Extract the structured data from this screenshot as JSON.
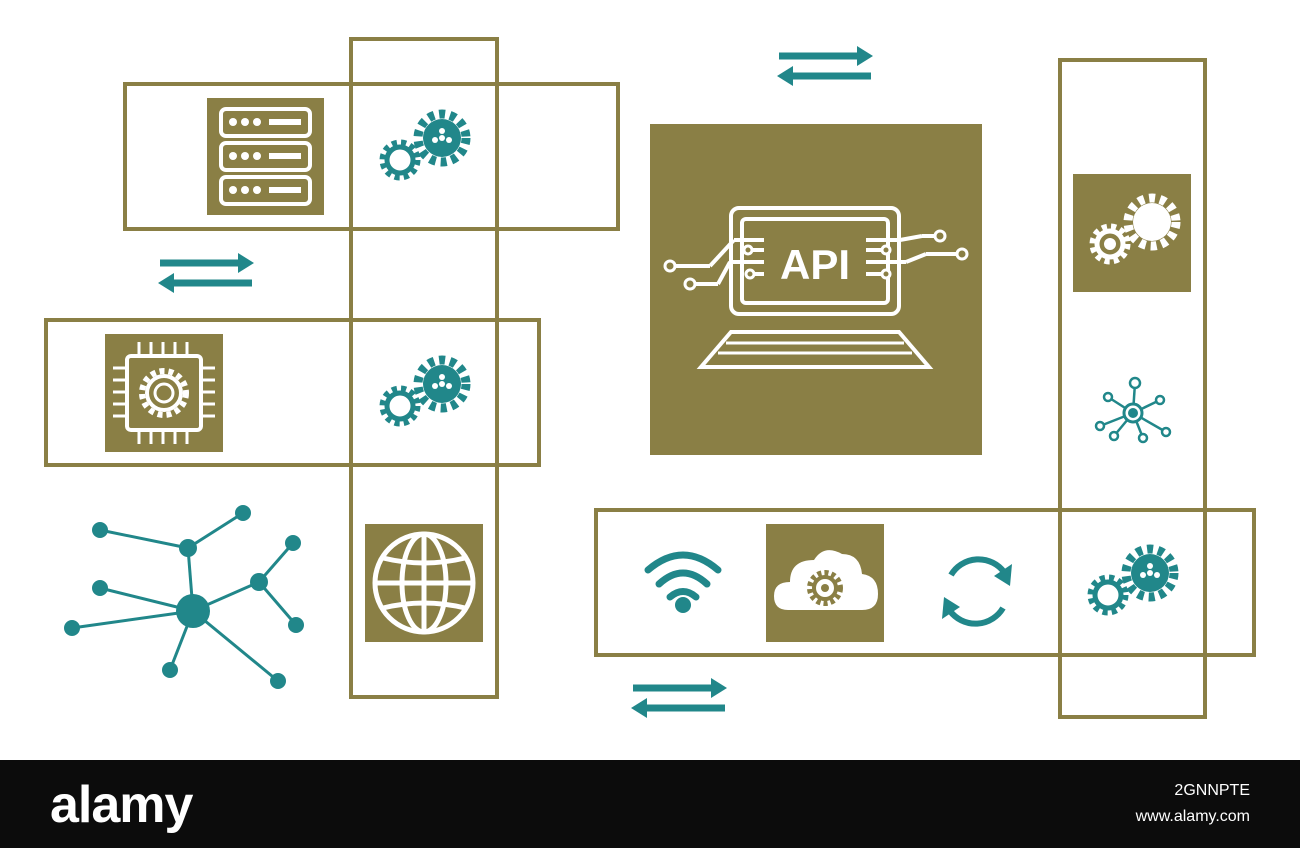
{
  "colors": {
    "olive": "#8a7f45",
    "teal": "#21878a",
    "white": "#ffffff",
    "footer": "#0c0c0c"
  },
  "center_tile": {
    "label": "API",
    "icon": "laptop-api-circuit-icon"
  },
  "icons": [
    "server-rack-icon",
    "gears-icon",
    "cpu-chip-gear-icon",
    "globe-icon",
    "network-nodes-icon",
    "hub-network-icon",
    "wifi-icon",
    "cloud-gear-icon",
    "refresh-cycle-icon",
    "swap-arrows-icon"
  ],
  "watermark": {
    "brand": "alamy",
    "image_id": "2GNNPTE",
    "site": "www.alamy.com"
  }
}
